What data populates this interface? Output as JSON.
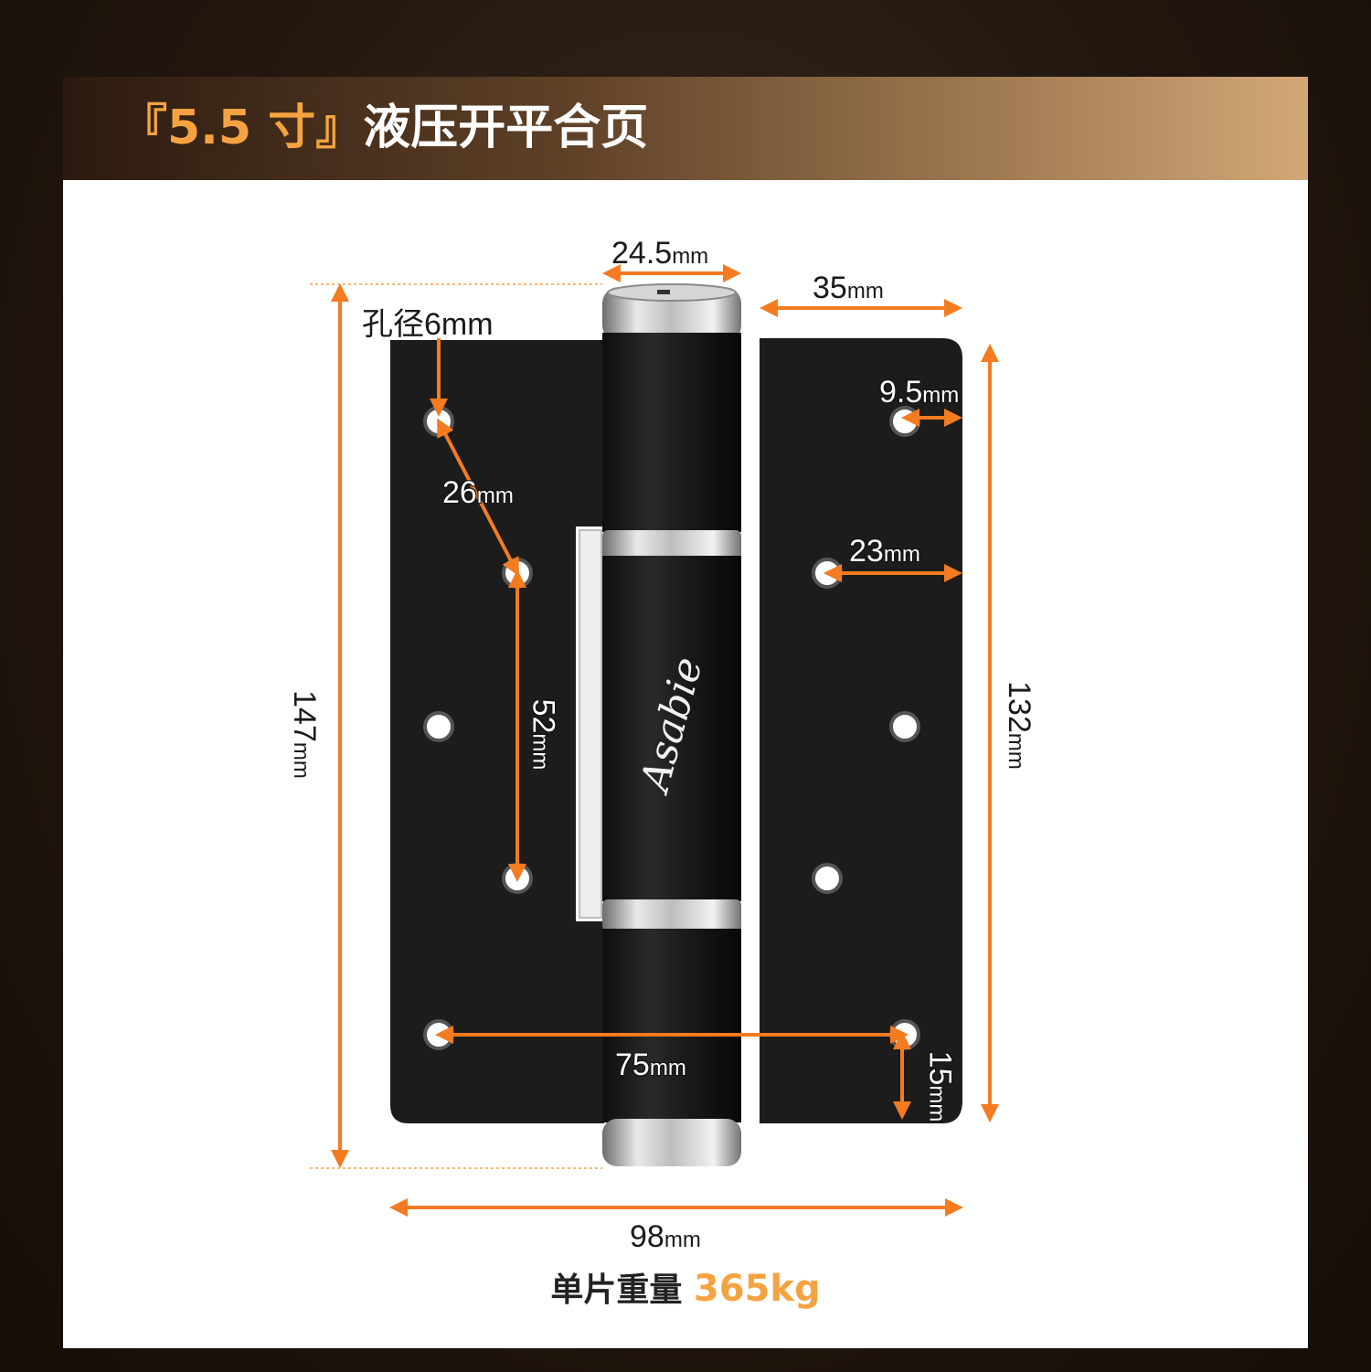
{
  "title": {
    "accent": "『5.5 寸』",
    "main": "液压开平合页"
  },
  "brand": "Asabie",
  "unit": "mm",
  "dimensions": {
    "pin_diameter": "24.5",
    "leaf_width": "35",
    "hole_diameter": "孔径6mm",
    "edge_offset_top": "9.5",
    "diagonal": "26",
    "hole_to_edge": "23",
    "hole_spacing": "52",
    "total_height": "147",
    "leaf_height": "132",
    "hole_horizontal": "75",
    "bottom_offset": "15",
    "total_width": "98"
  },
  "weight": {
    "label": "单片重量",
    "value": "365kg"
  },
  "colors": {
    "accent": "#f5a341",
    "arrow": "#f47b20",
    "hinge": "#1c1c1c",
    "steel": "#c9c9c9"
  }
}
